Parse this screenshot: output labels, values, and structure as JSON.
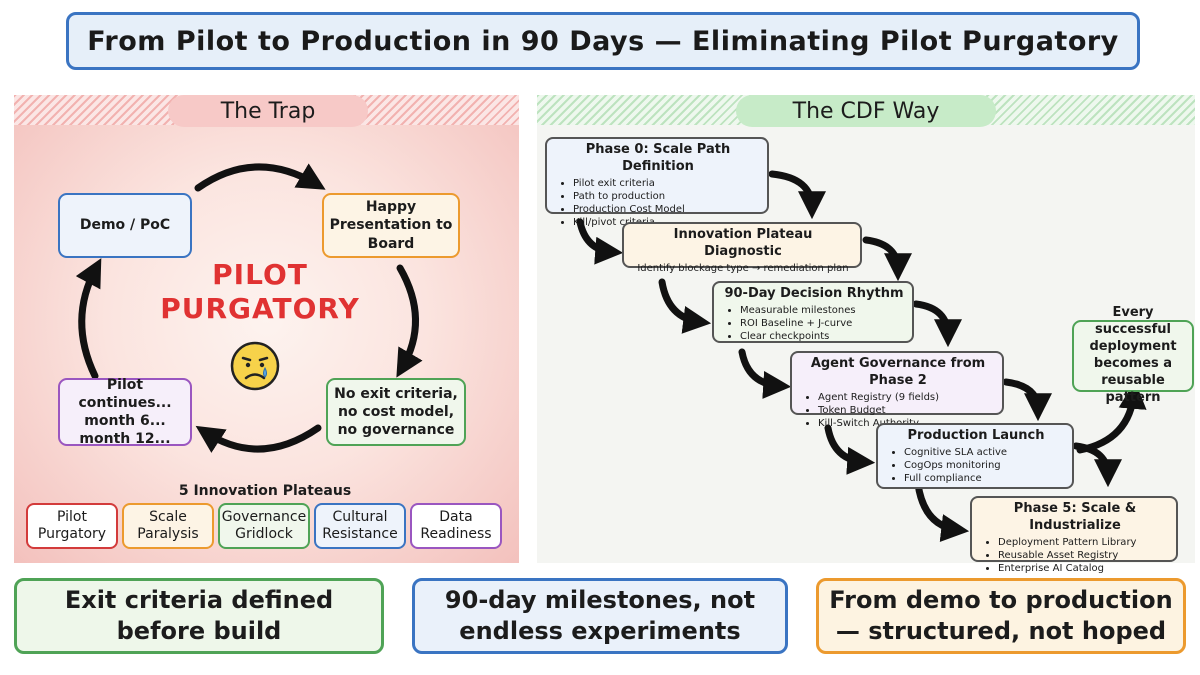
{
  "title": "From Pilot to Production in 90 Days — Eliminating Pilot Purgatory",
  "trap": {
    "heading": "The Trap",
    "cycle": {
      "demo": "Demo / PoC",
      "presentation": "Happy Presentation to Board",
      "no_criteria": "No exit criteria, no cost model, no governance",
      "pilot_continues": "Pilot continues... month 6... month 12..."
    },
    "center_line1": "PILOT",
    "center_line2": "PURGATORY",
    "center_icon": "crying-face-icon",
    "plateaus_caption": "5 Innovation Plateaus",
    "plateaus": [
      {
        "label": "Pilot Purgatory",
        "color": "#d33b3b"
      },
      {
        "label": "Scale Paralysis",
        "color": "#ec9a2e"
      },
      {
        "label": "Governance Gridlock",
        "color": "#4fa356"
      },
      {
        "label": "Cultural Resistance",
        "color": "#3a74c2"
      },
      {
        "label": "Data Readiness",
        "color": "#9a56c0"
      }
    ]
  },
  "cdf": {
    "heading": "The CDF Way",
    "phases": [
      {
        "title": "Phase 0: Scale Path Definition",
        "bullets": [
          "Pilot exit criteria",
          "Path to production",
          "Production Cost Model",
          "Kill/pivot criteria"
        ]
      },
      {
        "title": "Innovation Plateau Diagnostic",
        "text": "Identify blockage type → remediation plan"
      },
      {
        "title": "90-Day Decision Rhythm",
        "bullets": [
          "Measurable milestones",
          "ROI Baseline + J-curve",
          "Clear checkpoints"
        ]
      },
      {
        "title": "Agent Governance from Phase 2",
        "bullets": [
          "Agent Registry (9 fields)",
          "Token Budget",
          "Kill-Switch Authority"
        ]
      },
      {
        "title": "Production Launch",
        "bullets": [
          "Cognitive SLA active",
          "CogOps monitoring",
          "Full compliance"
        ]
      },
      {
        "title": "Phase 5: Scale & Industrialize",
        "bullets": [
          "Deployment Pattern Library",
          "Reusable Asset Registry",
          "Enterprise AI Catalog"
        ]
      }
    ],
    "pattern_note": "Every successful deployment becomes a reusable pattern"
  },
  "bottom": {
    "left": "Exit criteria defined before build",
    "middle": "90-day milestones, not endless experiments",
    "right": "From demo to production — structured, not hoped"
  },
  "colors": {
    "blue": "#3a74c2",
    "orange": "#ec9a2e",
    "green": "#4fa356",
    "purple": "#9a56c0",
    "red": "#d33b3b"
  }
}
